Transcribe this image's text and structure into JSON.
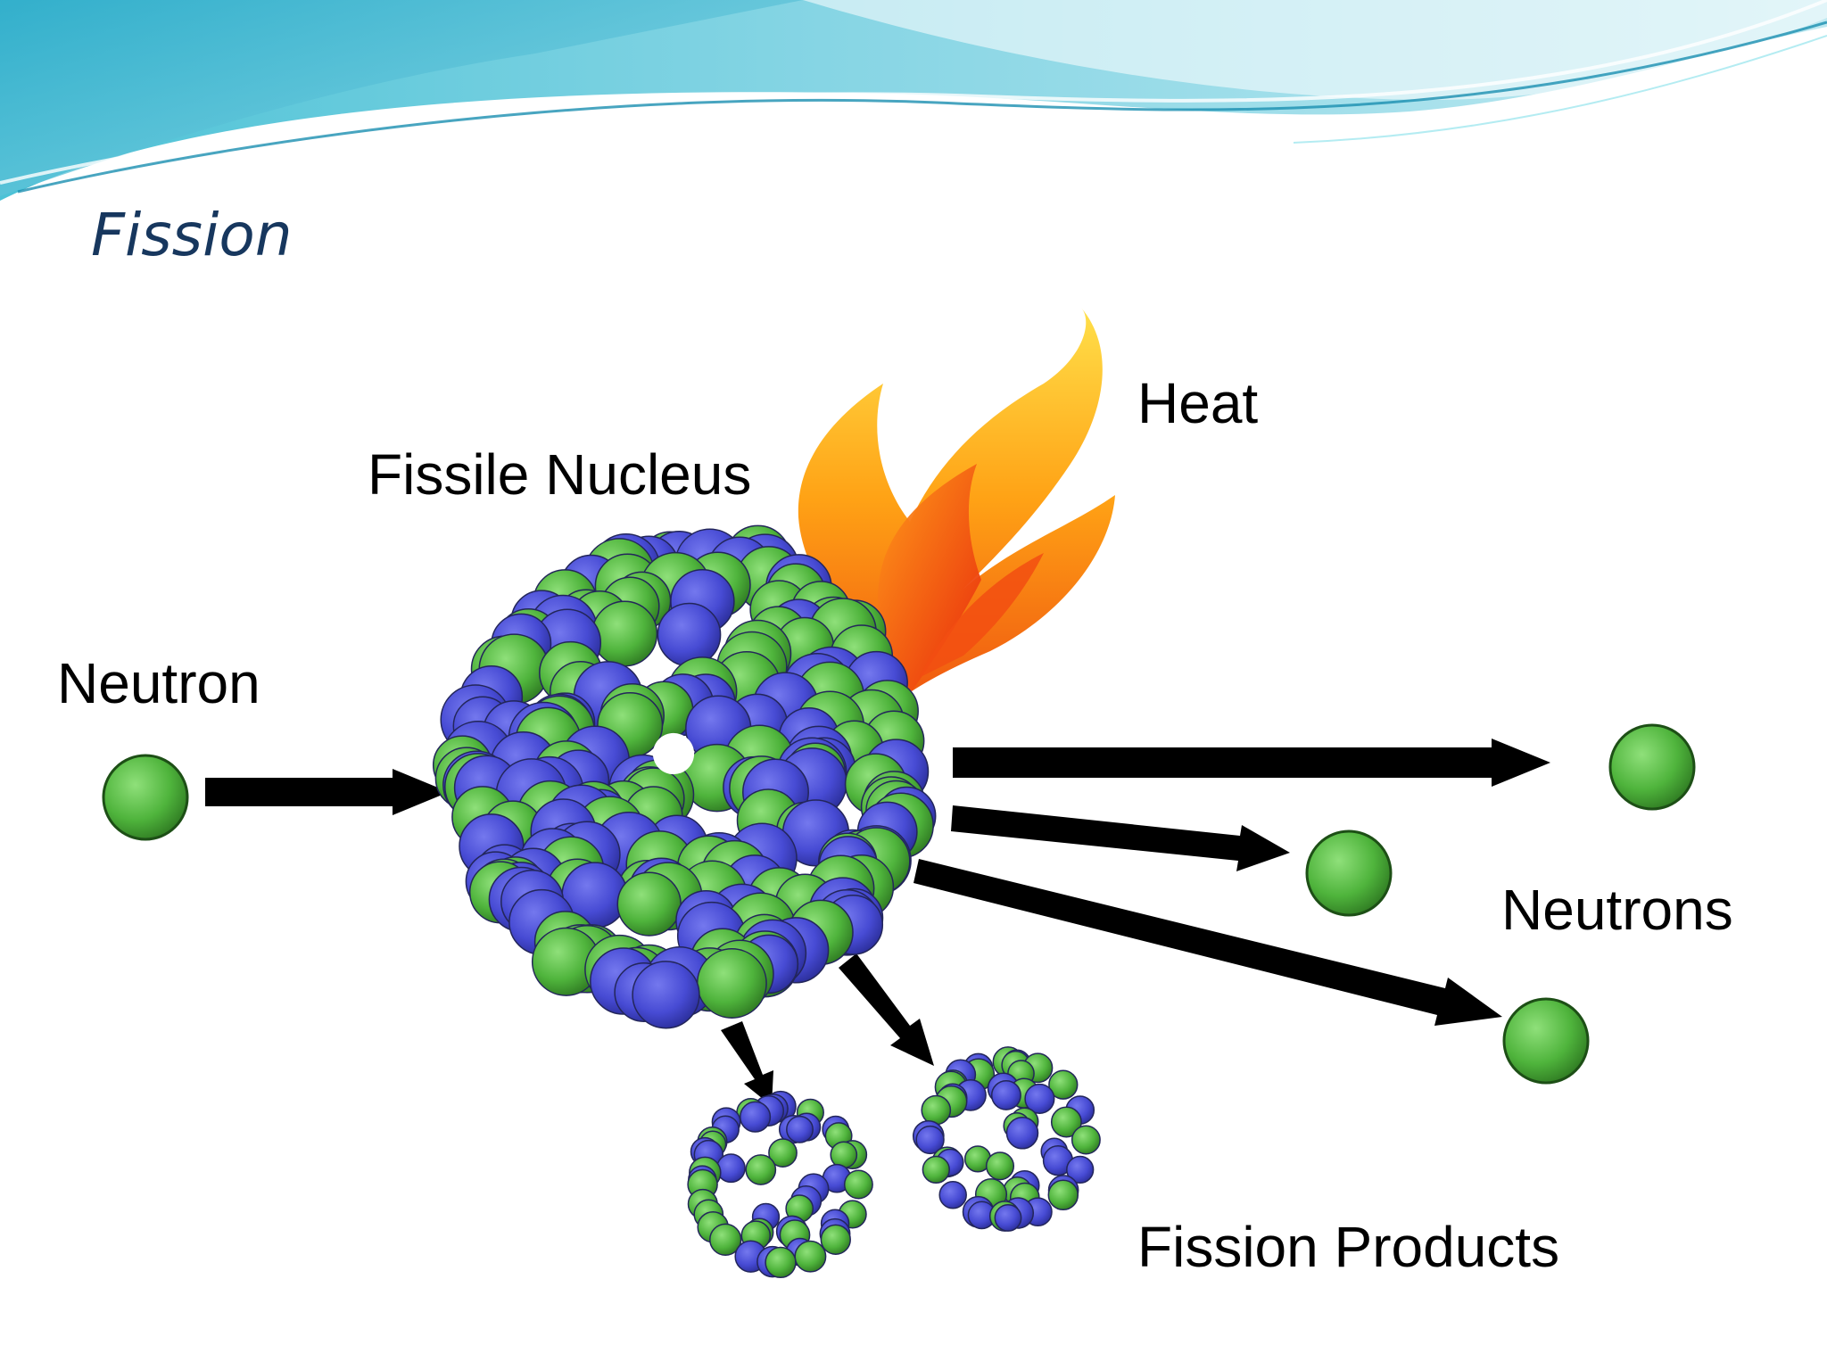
{
  "slide": {
    "title": "Fission"
  },
  "labels": {
    "neutron": "Neutron",
    "fissile_nucleus": "Fissile Nucleus",
    "heat": "Heat",
    "neutrons": "Neutrons",
    "fission_products": "Fission Products"
  },
  "colors": {
    "title": "#17375e",
    "nucleon_green": "#5cc548",
    "nucleon_blue": "#4a4fd8",
    "flame_outer": "#ffb300",
    "flame_inner": "#f03a10",
    "arrow": "#000000",
    "header_wave": "#5fc7d9"
  }
}
